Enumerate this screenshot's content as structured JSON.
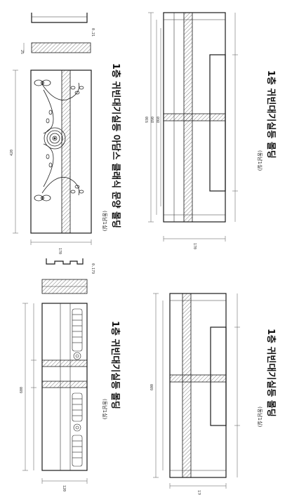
{
  "drawings": [
    {
      "title": "1층 귀빈대기실등 아담스 클래식 문양 몰딩",
      "subtitle": "(동남1실)",
      "thickness_label": "0.21",
      "dims": {
        "overall_length": "420",
        "width": "170",
        "depth": "25"
      }
    },
    {
      "title": "1층 귀빈대기실등 몰딩",
      "subtitle": "(동남1실)",
      "dims": {
        "overall_length": "930",
        "outer": "890",
        "inner": "860",
        "width": "170"
      }
    },
    {
      "title": "1층 귀빈대기실등 몰딩",
      "subtitle": "(동남1실)",
      "thickness_label": "0.179",
      "dims": {
        "overall_length": "600",
        "width": "120"
      }
    },
    {
      "title": "1층 귀빈대기실등 몰딩",
      "subtitle": "(동남1실)",
      "dims": {
        "overall_length": "600",
        "width": "170"
      }
    }
  ]
}
